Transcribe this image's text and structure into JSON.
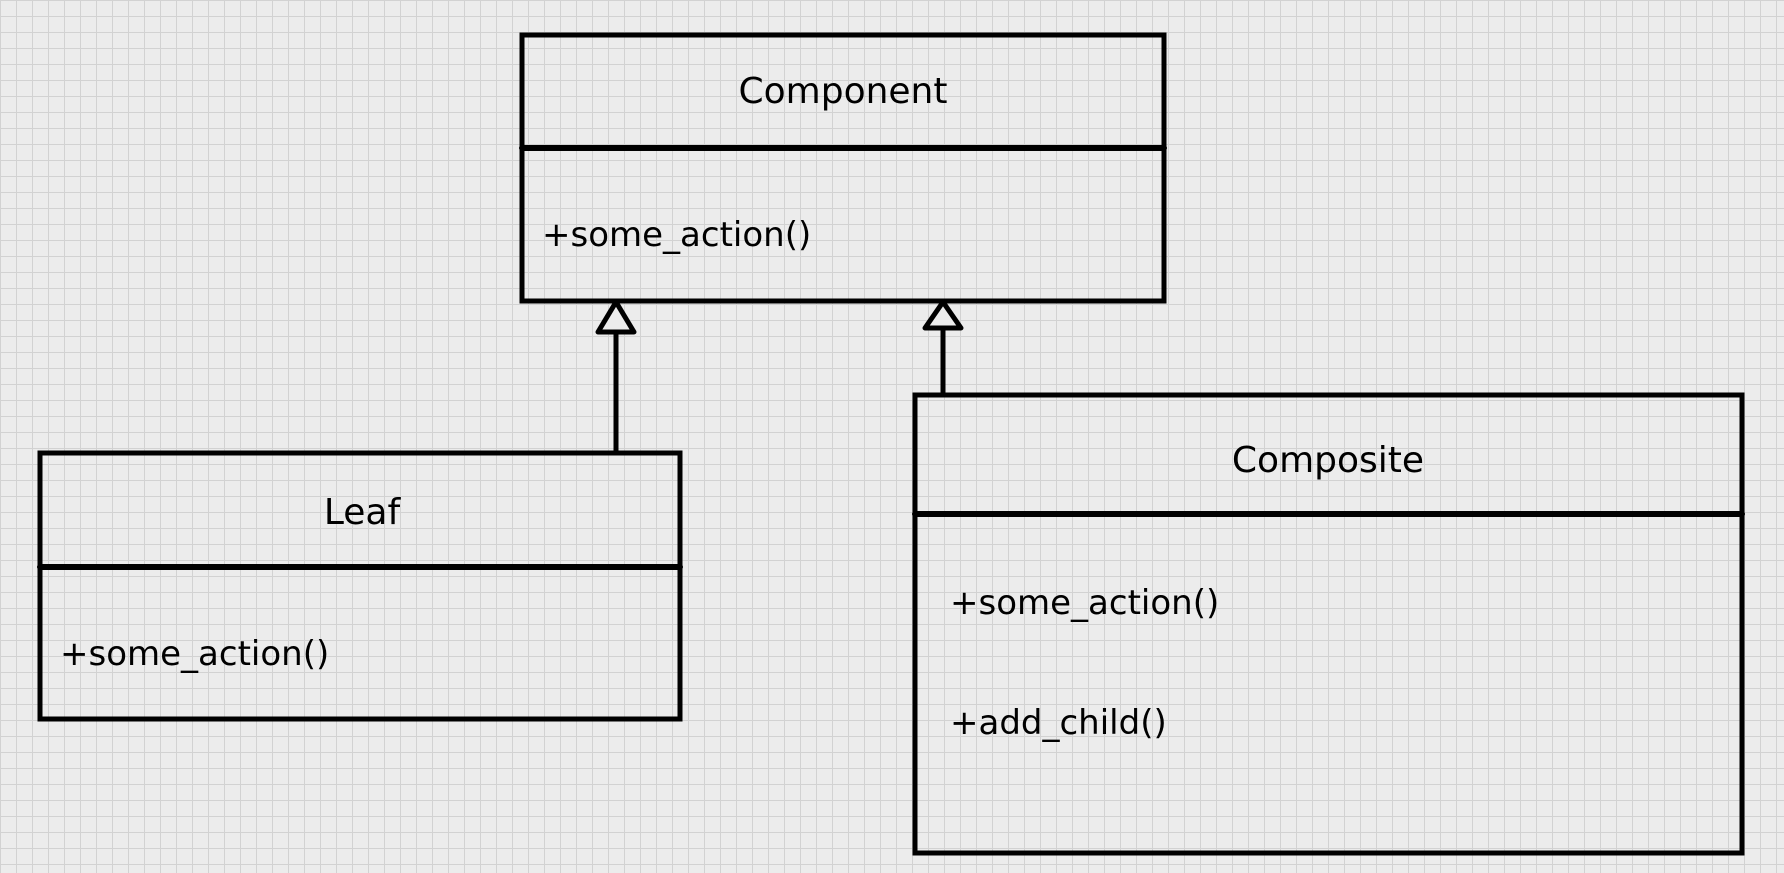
{
  "classes": {
    "component": {
      "name": "Component",
      "methods": [
        "+some_action()"
      ]
    },
    "leaf": {
      "name": "Leaf",
      "methods": [
        "+some_action()"
      ]
    },
    "composite": {
      "name": "Composite",
      "methods": [
        "+some_action()",
        "+add_child()"
      ]
    }
  },
  "relationships": [
    {
      "from": "Leaf",
      "to": "Component",
      "type": "inheritance"
    },
    {
      "from": "Composite",
      "to": "Component",
      "type": "inheritance"
    }
  ],
  "colors": {
    "background": "#ececec",
    "grid": "#d2d2d2",
    "ink": "#000000"
  }
}
